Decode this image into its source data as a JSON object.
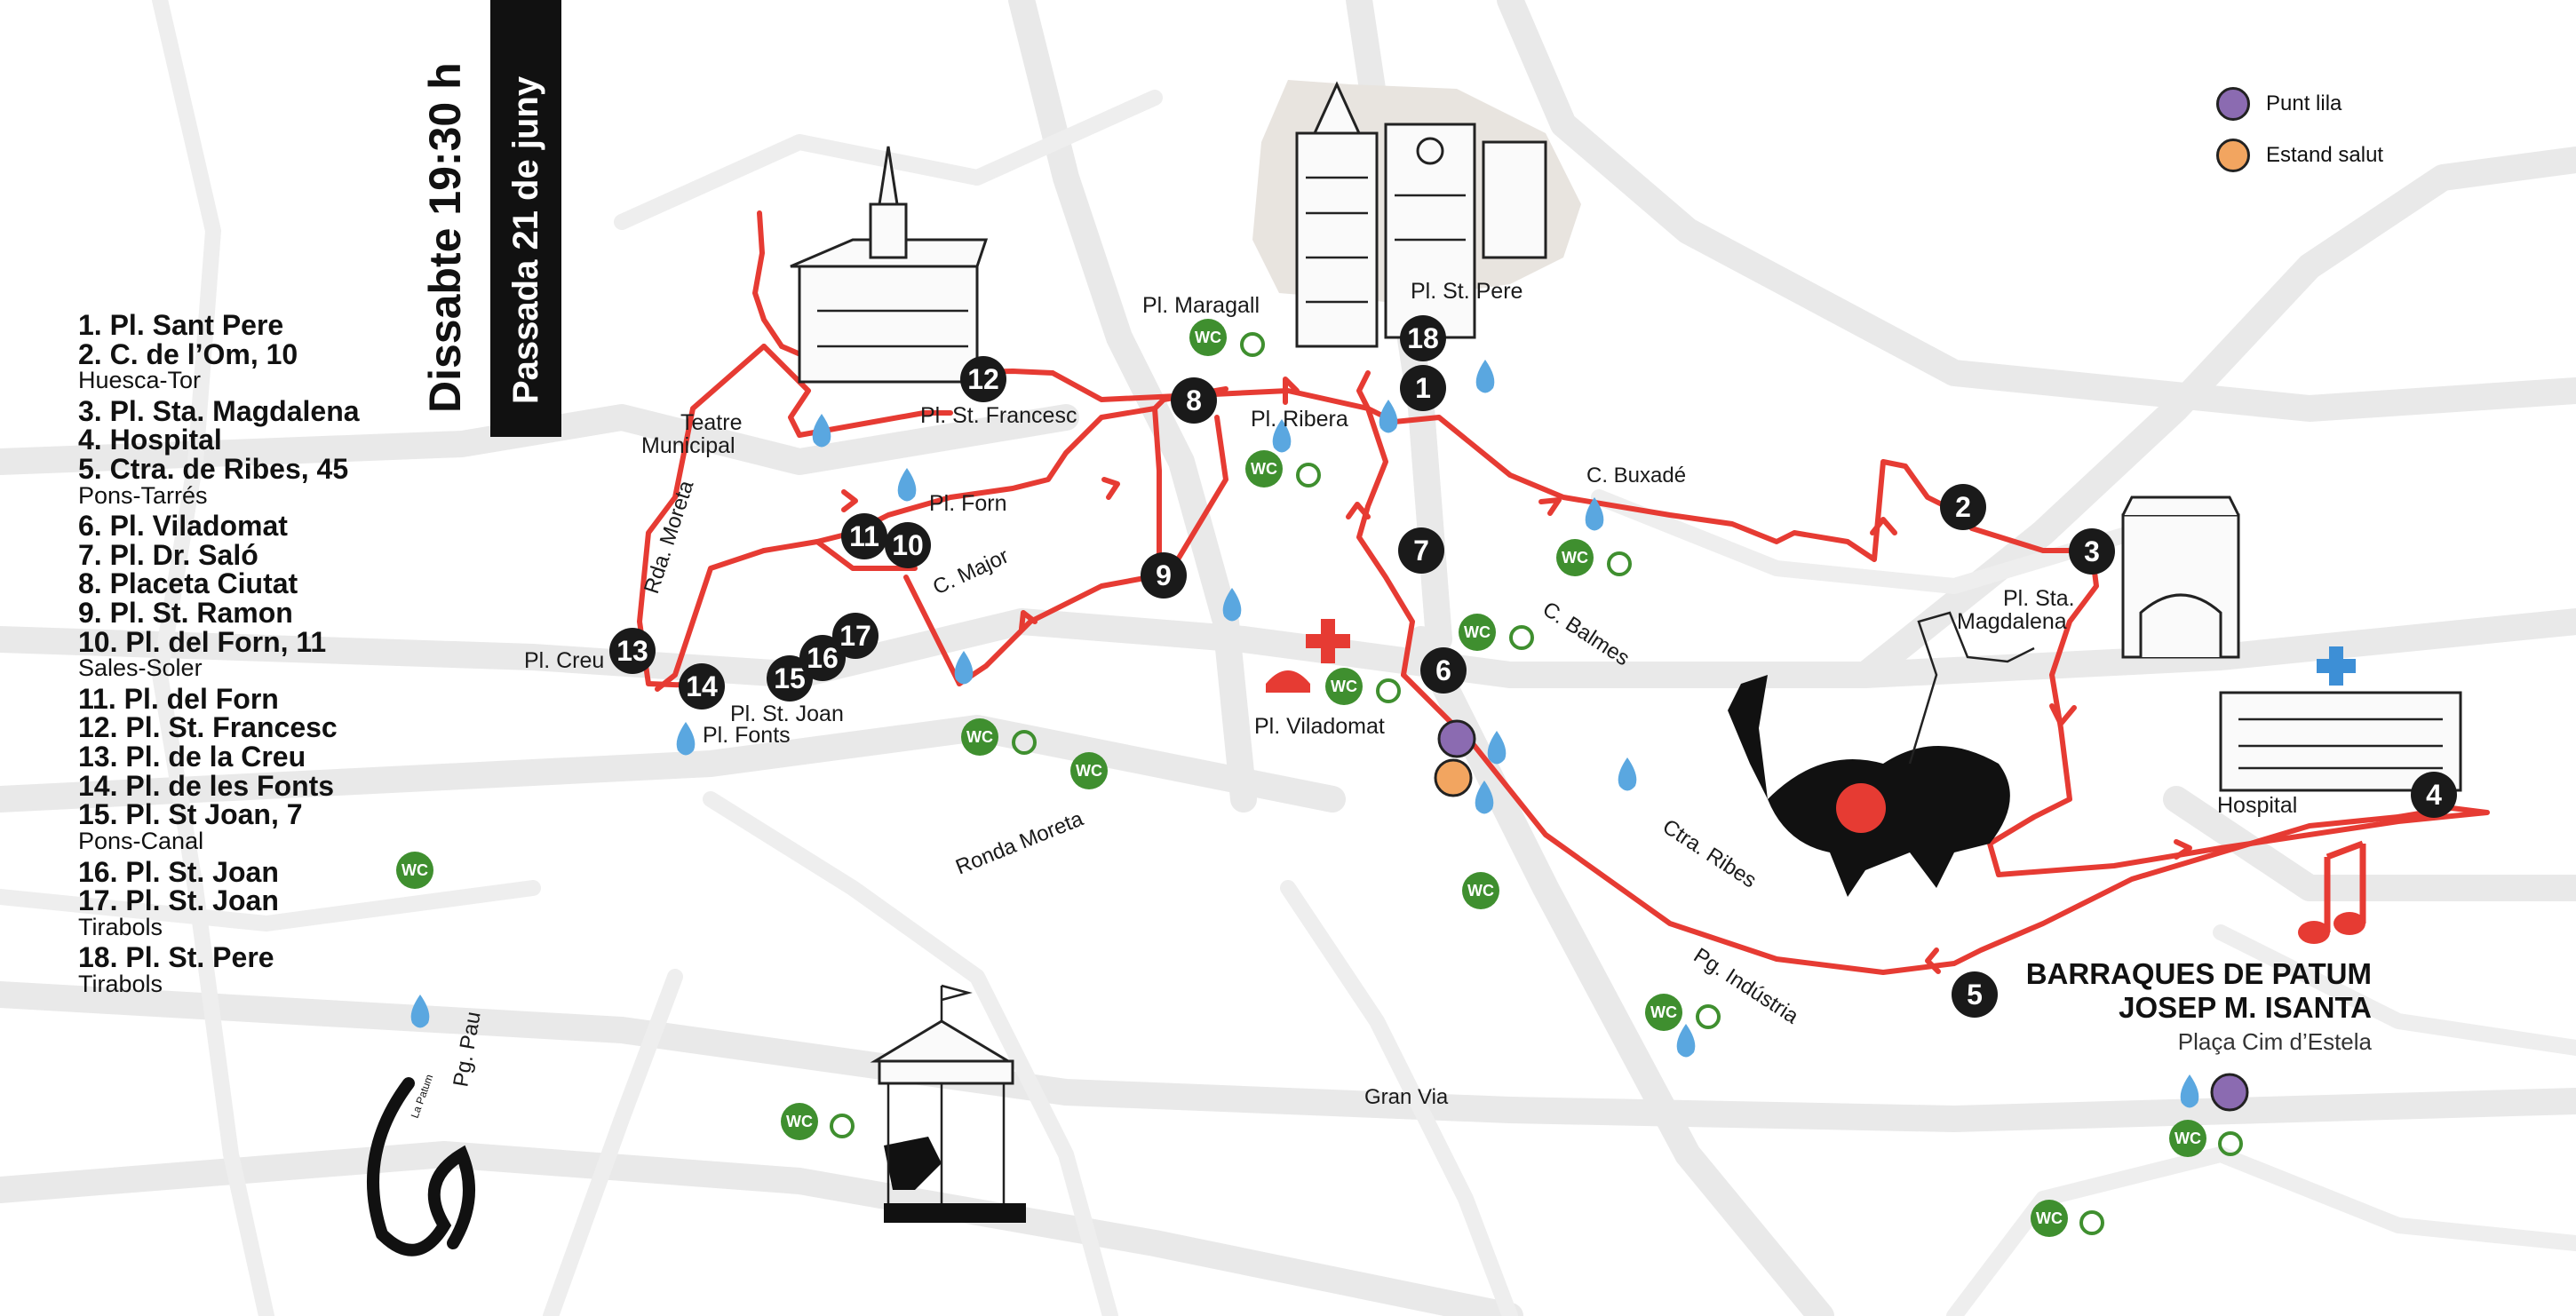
{
  "banner": {
    "day": "Dissabte 19:30 h",
    "title": "Passada 21 de juny"
  },
  "legend": {
    "items": [
      {
        "label": "Punt lila",
        "color": "#8b6bb1"
      },
      {
        "label": "Estand salut",
        "color": "#f2a560"
      }
    ]
  },
  "stop_list": [
    {
      "name": "1. Pl. Sant Pere",
      "sub": ""
    },
    {
      "name": "2. C. de l’Om, 10",
      "sub": "Huesca-Tor"
    },
    {
      "name": "3. Pl. Sta. Magdalena",
      "sub": ""
    },
    {
      "name": "4. Hospital",
      "sub": ""
    },
    {
      "name": "5. Ctra. de Ribes, 45",
      "sub": "Pons-Tarrés"
    },
    {
      "name": "6. Pl. Viladomat",
      "sub": ""
    },
    {
      "name": "7. Pl. Dr. Saló",
      "sub": ""
    },
    {
      "name": "8. Placeta Ciutat",
      "sub": ""
    },
    {
      "name": "9. Pl. St. Ramon",
      "sub": ""
    },
    {
      "name": "10. Pl. del Forn, 11",
      "sub": "Sales-Soler"
    },
    {
      "name": "11. Pl. del Forn",
      "sub": ""
    },
    {
      "name": "12. Pl. St. Francesc",
      "sub": ""
    },
    {
      "name": "13. Pl. de la Creu",
      "sub": ""
    },
    {
      "name": "14. Pl. de les Fonts",
      "sub": ""
    },
    {
      "name": "15. Pl. St Joan, 7",
      "sub": "Pons-Canal"
    },
    {
      "name": "16. Pl. St. Joan",
      "sub": ""
    },
    {
      "name": "17. Pl. St. Joan",
      "sub": "Tirabols"
    },
    {
      "name": "18. Pl. St. Pere",
      "sub": "Tirabols"
    }
  ],
  "stops": [
    "1",
    "2",
    "3",
    "4",
    "5",
    "6",
    "7",
    "8",
    "9",
    "10",
    "11",
    "12",
    "13",
    "14",
    "15",
    "16",
    "17",
    "18"
  ],
  "place_labels": {
    "pl_st_pere": "Pl. St. Pere",
    "pl_maragall": "Pl. Maragall",
    "pl_ribera": "Pl. Ribera",
    "pl_st_francesc": "Pl. St. Francesc",
    "teatre_1": "Teatre",
    "teatre_2": "Municipal",
    "pl_forn": "Pl. Forn",
    "pl_creu": "Pl. Creu",
    "pl_st_joan": "Pl. St. Joan",
    "pl_fonts": "Pl. Fonts",
    "pl_viladomat": "Pl. Viladomat",
    "pl_sta_mag_1": "Pl. Sta.",
    "pl_sta_mag_2": "Magdalena",
    "hospital": "Hospital",
    "c_buxade": "C. Buxadé",
    "c_balmes": "C. Balmes",
    "ctra_ribes": "Ctra. Ribes",
    "pg_industria": "Pg. Indústria",
    "gran_via": "Gran Via",
    "ronda_moreta": "Ronda Moreta",
    "rda_moreta": "Rda. Moreta",
    "c_major": "C. Major",
    "pg_pau": "Pg. Pau"
  },
  "wc_label": "WC",
  "logo_text": "La Patum",
  "barraques": {
    "line1": "BARRAQUES DE PATUM",
    "line2": "JOSEP M. ISANTA",
    "line3": "Plaça Cim d’Estela"
  },
  "colors": {
    "route": "#e63b33",
    "stop_marker": "#1a1a1a",
    "wc": "#3f8f2f",
    "water": "#5aa7e0",
    "punt_lila": "#8b6bb1",
    "estand_salut": "#f2a560",
    "street": "#e9e9e9"
  }
}
